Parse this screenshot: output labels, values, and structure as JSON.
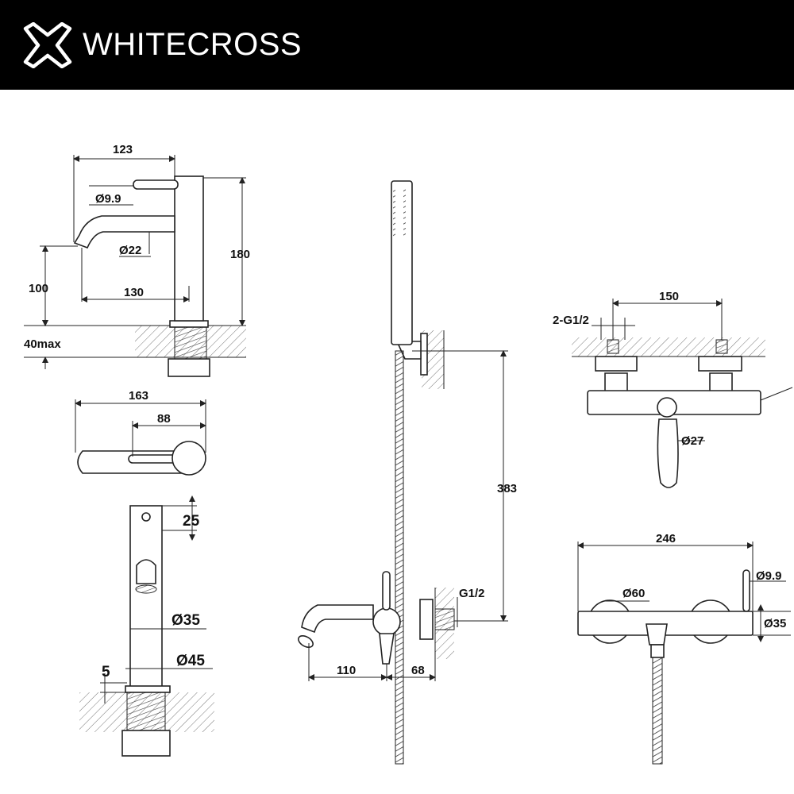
{
  "brand": {
    "name": "WHITECROSS",
    "logo_icon": "cross-logo-icon"
  },
  "colors": {
    "header_bg": "#000000",
    "header_text": "#ffffff",
    "line": "#222222"
  },
  "basin_mixer": {
    "side_view": {
      "width": "123",
      "lever_dia": "Ø9.9",
      "spout_dia": "Ø22",
      "height": "180",
      "spout_height": "100",
      "reach": "130",
      "deck_thickness": "40max"
    },
    "top_view": {
      "length": "163",
      "handle": "88"
    },
    "front_view": {
      "top_offset": "25",
      "body_dia": "Ø35",
      "base_dia": "Ø45",
      "gap": "5"
    }
  },
  "shower_set": {
    "riser_height": "383",
    "inlet": "G1/2",
    "spout_reach": "110",
    "wall_offset": "68"
  },
  "bath_mixer": {
    "top_view": {
      "centers": "150",
      "connections": "2-G1/2",
      "outlet_dia": "Ø27"
    },
    "front_view": {
      "width": "246",
      "lever_dia": "Ø9.9",
      "handle_dia": "Ø60",
      "body_dia": "Ø35"
    }
  }
}
